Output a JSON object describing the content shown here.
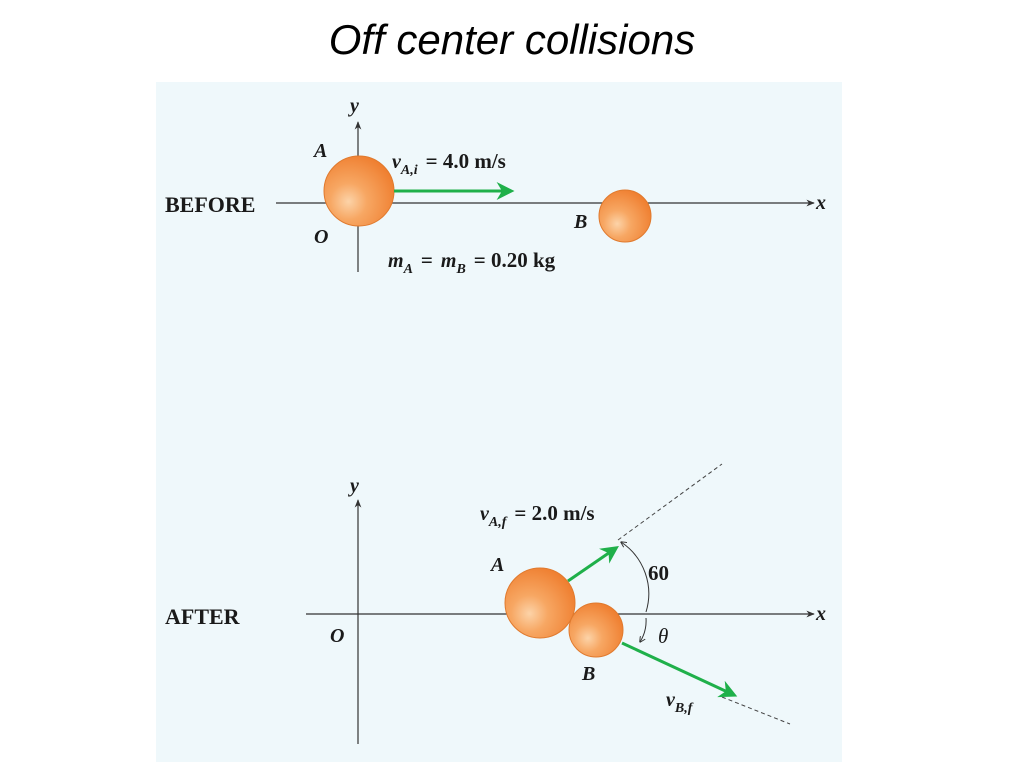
{
  "title": "Off center collisions",
  "before": {
    "label": "BEFORE",
    "axis_x": "x",
    "axis_y": "y",
    "origin": "O",
    "ball_a": "A",
    "ball_b": "B",
    "velocity_var": "v",
    "velocity_sub": "A,i",
    "velocity_value": "= 4.0 m/s",
    "mass_a": "m",
    "mass_a_sub": "A",
    "mass_eq": "=",
    "mass_b": "m",
    "mass_b_sub": "B",
    "mass_value": "= 0.20 kg"
  },
  "after": {
    "label": "AFTER",
    "axis_x": "x",
    "axis_y": "y",
    "origin": "O",
    "ball_a": "A",
    "ball_b": "B",
    "velocity_a_var": "v",
    "velocity_a_sub": "A,f",
    "velocity_a_value": "= 2.0 m/s",
    "velocity_b_var": "v",
    "velocity_b_sub": "B,f",
    "angle_a": "60",
    "angle_b": "θ"
  },
  "colors": {
    "panel_background": "#eff8fb",
    "ball_fill": "#f28a3a",
    "ball_highlight": "#fcd3a8",
    "arrow": "#1fb04a",
    "axis": "#333333"
  }
}
